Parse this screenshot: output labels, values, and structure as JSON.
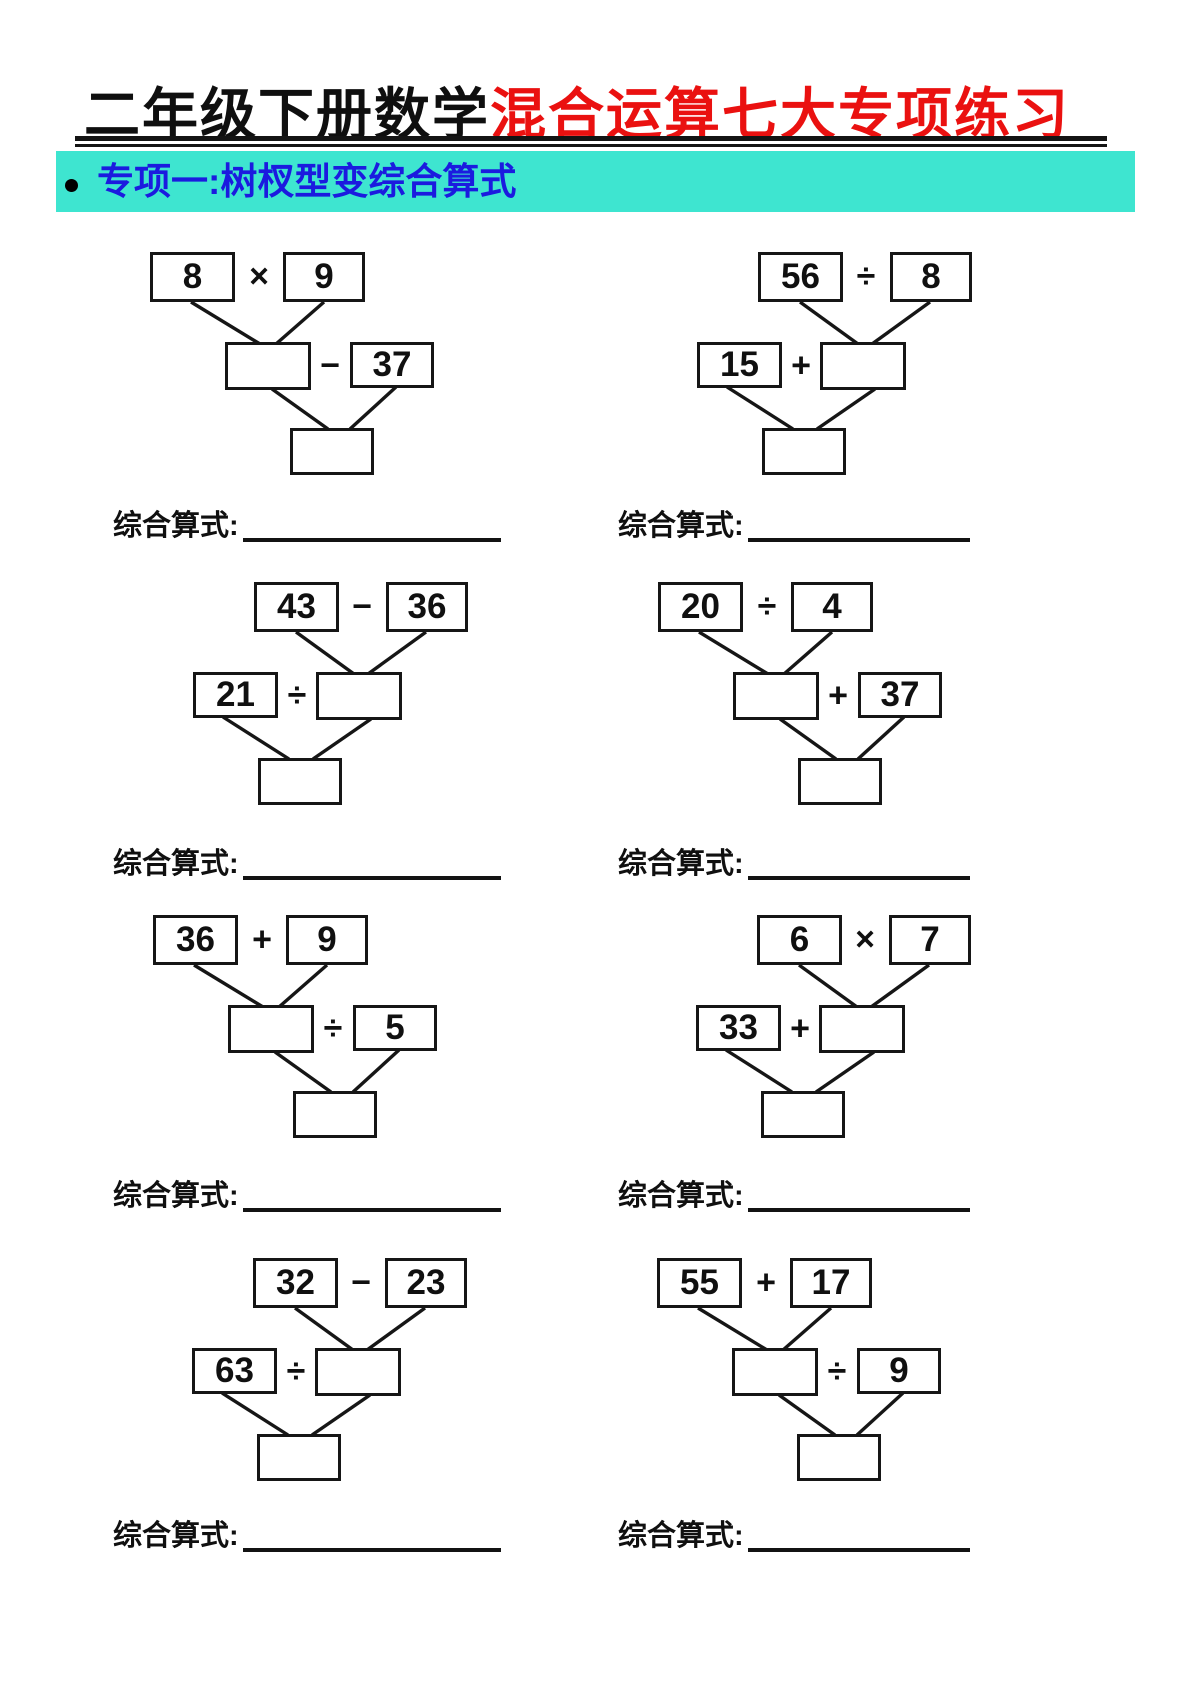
{
  "page": {
    "title_black": "二年级下册数学",
    "title_red": "混合运算七大专项练习"
  },
  "section": {
    "bullet_icon": "●",
    "heading": "专项一:树杈型变综合算式"
  },
  "labels": {
    "equation_label": "综合算式:"
  },
  "colors": {
    "banner_bg": "#3ee5d0",
    "heading_text": "#1b1bdf",
    "title_red": "#ea1110",
    "ink": "#141414"
  },
  "problems": [
    {
      "layout": "A",
      "top_left": "8",
      "top_op": "×",
      "top_right": "9",
      "second_op": "−",
      "second_operand": "37"
    },
    {
      "layout": "B",
      "top_left": "56",
      "top_op": "÷",
      "top_right": "8",
      "second_operand": "15",
      "second_op": "+"
    },
    {
      "layout": "B",
      "top_left": "43",
      "top_op": "−",
      "top_right": "36",
      "second_operand": "21",
      "second_op": "÷"
    },
    {
      "layout": "A",
      "top_left": "20",
      "top_op": "÷",
      "top_right": "4",
      "second_op": "+",
      "second_operand": "37"
    },
    {
      "layout": "A",
      "top_left": "36",
      "top_op": "+",
      "top_right": "9",
      "second_op": "÷",
      "second_operand": "5"
    },
    {
      "layout": "B",
      "top_left": "6",
      "top_op": "×",
      "top_right": "7",
      "second_operand": "33",
      "second_op": "+"
    },
    {
      "layout": "B",
      "top_left": "32",
      "top_op": "−",
      "top_right": "23",
      "second_operand": "63",
      "second_op": "÷"
    },
    {
      "layout": "A",
      "top_left": "55",
      "top_op": "+",
      "top_right": "17",
      "second_op": "÷",
      "second_operand": "9"
    }
  ]
}
